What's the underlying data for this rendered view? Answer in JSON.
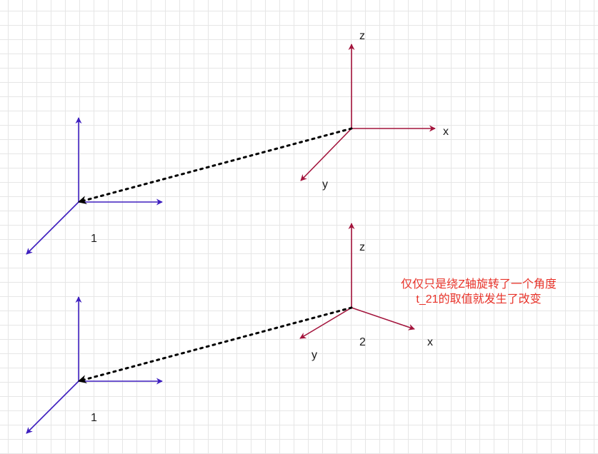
{
  "diagram": {
    "colors": {
      "blue_axes": "#3e1fbf",
      "red_axes": "#a3143c",
      "connector": "#000000",
      "note": "#e8332a"
    },
    "top": {
      "frame1_label": "1",
      "frame_x": "x",
      "frame_y": "y",
      "frame_z": "z"
    },
    "bottom": {
      "frame1_label": "1",
      "frame2_label": "2",
      "frame_x": "x",
      "frame_y": "y",
      "frame_z": "z"
    },
    "note": {
      "line1": "仅仅只是绕Z轴旋转了一个角度",
      "line2": "t_21的取值就发生了改变"
    }
  }
}
